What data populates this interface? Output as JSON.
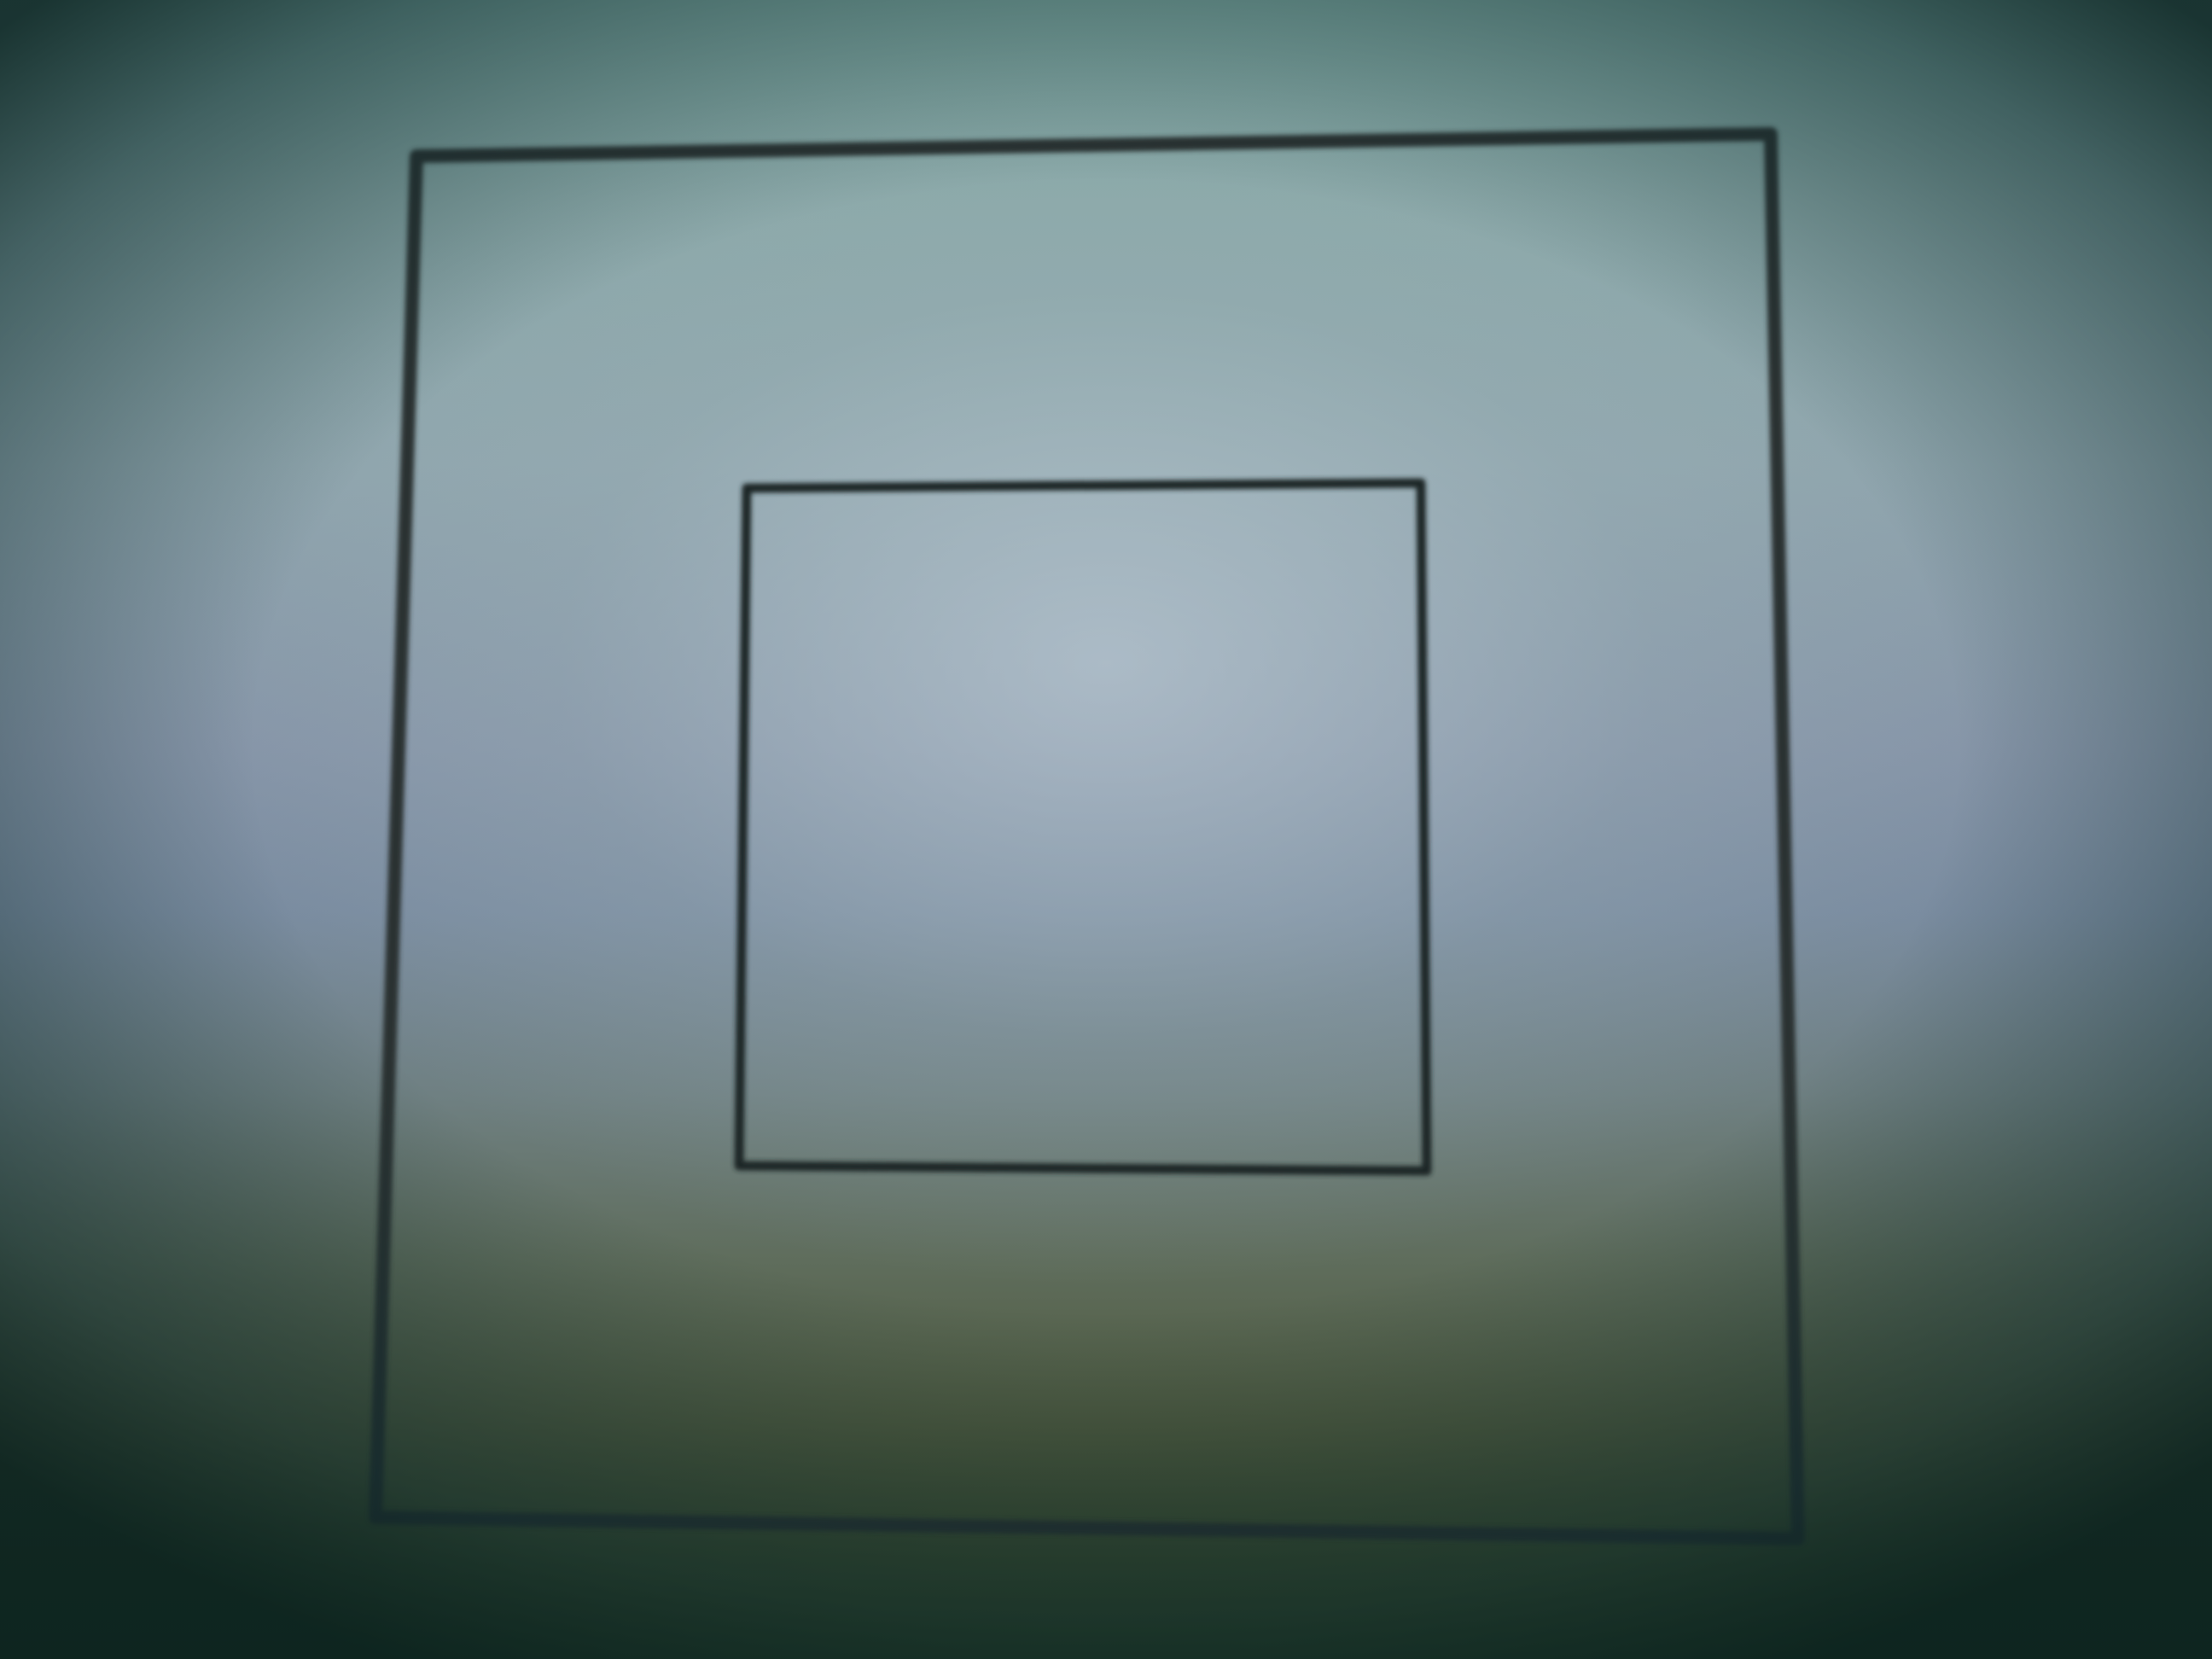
{
  "diagram": {
    "shapes": [
      {
        "kind": "square",
        "role": "outer",
        "stroke": "#2b3230"
      },
      {
        "kind": "square",
        "role": "inner",
        "stroke": "#1f2626"
      }
    ]
  },
  "colors": {
    "paper_top": "#7da6a0",
    "paper_center": "#8fa5ad",
    "paper_bottom": "#2e4126",
    "line": "#2b3230"
  }
}
